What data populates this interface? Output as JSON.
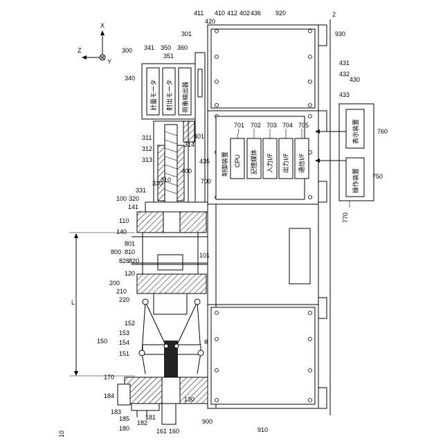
{
  "labels": {
    "axis_x": "X",
    "axis_z": "Z",
    "axis_y": "Y",
    "figure_ref": "10",
    "machine_main": "300",
    "base_frame": "2",
    "frame_top": "920",
    "frame_top_right": "930",
    "frame_bottom": "900",
    "frame_bottom_mid": "910",
    "distance": "L",
    "angle": "θ",
    "parts_upper": [
      "341",
      "350",
      "351",
      "360",
      "340",
      "301",
      "411",
      "410",
      "412",
      "402",
      "436",
      "420",
      "431",
      "432",
      "430",
      "433",
      "435",
      "401",
      "311",
      "312",
      "314",
      "313",
      "310",
      "330",
      "400",
      "700"
    ],
    "parts_middle": [
      "100",
      "141",
      "320",
      "331",
      "110",
      "140",
      "801",
      "810",
      "800",
      "826",
      "820",
      "101",
      "200",
      "120",
      "210",
      "220"
    ],
    "parts_lower": [
      "152",
      "153",
      "150",
      "154",
      "151",
      "170",
      "184",
      "183",
      "185",
      "180",
      "182",
      "181",
      "130",
      "160",
      "161"
    ],
    "ctrl_boxes": [
      "701",
      "702",
      "703",
      "704",
      "705"
    ],
    "display_id": "760",
    "operation_id": "750",
    "unit_770": "770"
  },
  "text": {
    "motor_measure": "計量モータ",
    "motor_inject": "射出モータ",
    "load_detector": "荷重検出器",
    "controller": "制御装置",
    "cpu": "CPU",
    "storage": "記憶媒体",
    "input_if": "入力I/F",
    "output_if": "出力I/F",
    "comm_if": "通信I/F",
    "display": "表示装置",
    "operation": "操作装置"
  }
}
